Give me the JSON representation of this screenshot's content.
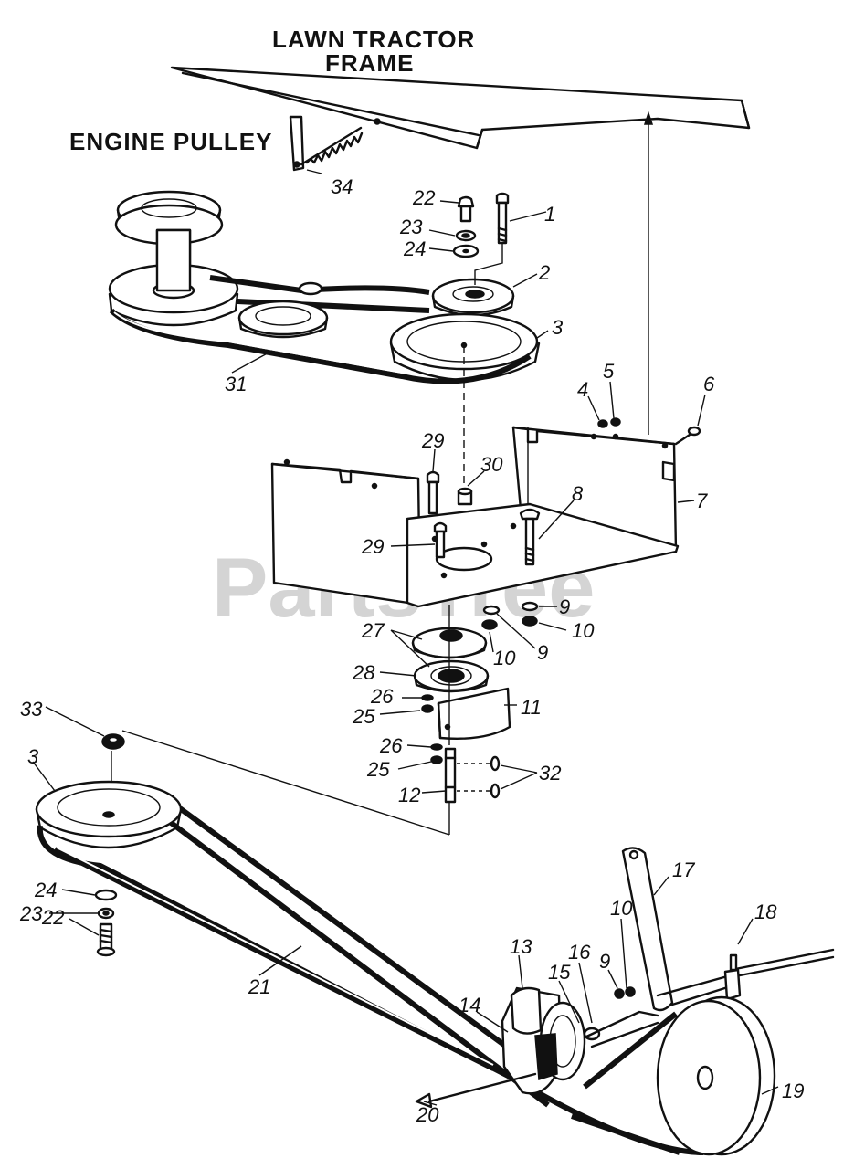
{
  "titles": {
    "frame_line1": "LAWN  TRACTOR",
    "frame_line2": "FRAME",
    "engine_pulley": "ENGINE  PULLEY"
  },
  "watermark": "PartsTree",
  "callouts": [
    {
      "id": "c34",
      "text": "34"
    },
    {
      "id": "c22a",
      "text": "22"
    },
    {
      "id": "c1",
      "text": "1"
    },
    {
      "id": "c23a",
      "text": "23"
    },
    {
      "id": "c24a",
      "text": "24"
    },
    {
      "id": "c2",
      "text": "2"
    },
    {
      "id": "c3a",
      "text": "3"
    },
    {
      "id": "c31",
      "text": "31"
    },
    {
      "id": "c5",
      "text": "5"
    },
    {
      "id": "c4",
      "text": "4"
    },
    {
      "id": "c6",
      "text": "6"
    },
    {
      "id": "c29a",
      "text": "29"
    },
    {
      "id": "c30",
      "text": "30"
    },
    {
      "id": "c8",
      "text": "8"
    },
    {
      "id": "c7",
      "text": "7"
    },
    {
      "id": "c29b",
      "text": "29"
    },
    {
      "id": "c9a",
      "text": "9"
    },
    {
      "id": "c10a",
      "text": "10"
    },
    {
      "id": "c27",
      "text": "27"
    },
    {
      "id": "c9b",
      "text": "9"
    },
    {
      "id": "c10b",
      "text": "10"
    },
    {
      "id": "c28",
      "text": "28"
    },
    {
      "id": "c26a",
      "text": "26"
    },
    {
      "id": "c25a",
      "text": "25"
    },
    {
      "id": "c11",
      "text": "11"
    },
    {
      "id": "c33",
      "text": "33"
    },
    {
      "id": "c26b",
      "text": "26"
    },
    {
      "id": "c25b",
      "text": "25"
    },
    {
      "id": "c32",
      "text": "32"
    },
    {
      "id": "c12",
      "text": "12"
    },
    {
      "id": "c3b",
      "text": "3"
    },
    {
      "id": "c17",
      "text": "17"
    },
    {
      "id": "c18",
      "text": "18"
    },
    {
      "id": "c24b",
      "text": "24"
    },
    {
      "id": "c10c",
      "text": "10"
    },
    {
      "id": "c23b",
      "text": "23"
    },
    {
      "id": "c22b",
      "text": "22"
    },
    {
      "id": "c13",
      "text": "13"
    },
    {
      "id": "c16",
      "text": "16"
    },
    {
      "id": "c15",
      "text": "15"
    },
    {
      "id": "c9c",
      "text": "9"
    },
    {
      "id": "c21",
      "text": "21"
    },
    {
      "id": "c14",
      "text": "14"
    },
    {
      "id": "c19",
      "text": "19"
    },
    {
      "id": "c20",
      "text": "20"
    }
  ]
}
